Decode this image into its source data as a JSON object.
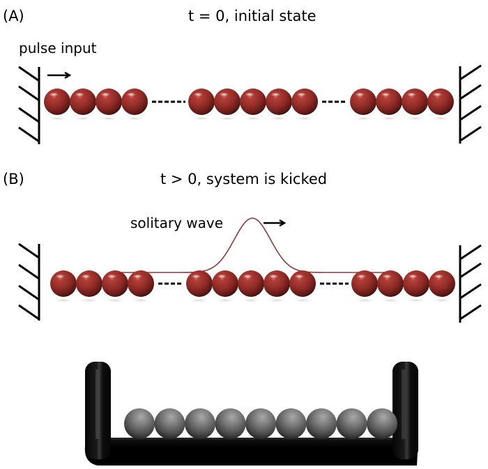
{
  "panel_a": {
    "label": "(A)",
    "title": "t = 0, initial state",
    "annotation": "pulse input",
    "groups": [
      4,
      5,
      4
    ],
    "bead_color": "#8e2a26"
  },
  "panel_b": {
    "label": "(B)",
    "title": "t > 0, system is kicked",
    "annotation": "solitary wave",
    "groups": [
      4,
      5,
      4
    ],
    "wave_color": "#8a3a3a",
    "wave_peak_bead_index": 2
  },
  "panel_c": {
    "description": "3D rendering of grey beads in a U-shaped black channel",
    "bead_count": 9,
    "bead_color": "#6e6e6e",
    "frame_color": "#0a0a0a"
  }
}
